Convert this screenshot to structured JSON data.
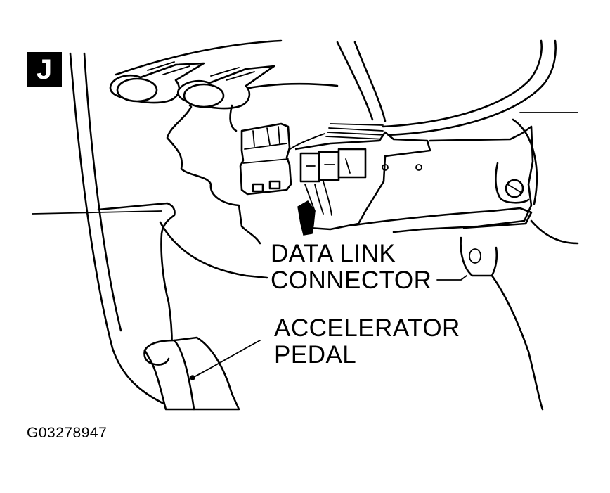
{
  "section_badge": "J",
  "labels": {
    "data_link_connector": [
      "DATA LINK",
      "CONNECTOR"
    ],
    "accelerator_pedal": [
      "ACCELERATOR",
      "PEDAL"
    ]
  },
  "figure_id": "G03278947",
  "colors": {
    "ink": "#000000",
    "paper": "#ffffff"
  }
}
